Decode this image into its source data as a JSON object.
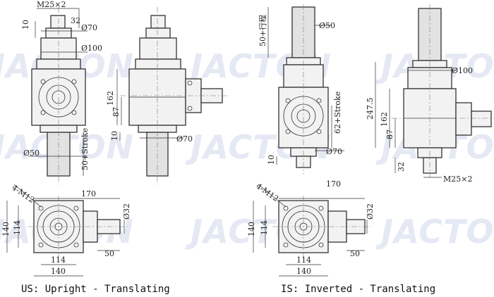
{
  "watermark": {
    "text": "JACTON"
  },
  "views": {
    "us_front": {
      "thread": "M25×2",
      "shaft_len": "32",
      "ten": "10",
      "dia70": "Ø70",
      "dia100": "Ø100",
      "dia50": "Ø50",
      "stroke": "50+Stroke"
    },
    "us_side": {
      "h162": "162",
      "h87": "87",
      "ten": "10",
      "dia70": "Ø70"
    },
    "is_front": {
      "stroke": "50+行程",
      "dia50": "Ø50",
      "stroke2": "62+Stroke",
      "dia70": "Ø70",
      "ten": "10"
    },
    "is_side": {
      "dia100": "Ø100",
      "h247": "247.5",
      "h162": "162",
      "h87": "87",
      "shaft_len": "32",
      "thread": "M25×2"
    },
    "us_top": {
      "holes": "4-M12",
      "len170": "170",
      "dia32": "Ø32",
      "w140": "140",
      "w114": "114",
      "len50": "50",
      "l114": "114",
      "l140": "140"
    },
    "is_top": {
      "holes": "4-M12",
      "len170": "170",
      "dia32": "Ø32",
      "w140": "140",
      "w114": "114",
      "len50": "50",
      "l114": "114",
      "l140": "140"
    }
  },
  "captions": {
    "us": "US: Upright - Translating",
    "is": "IS: Inverted - Translating"
  }
}
